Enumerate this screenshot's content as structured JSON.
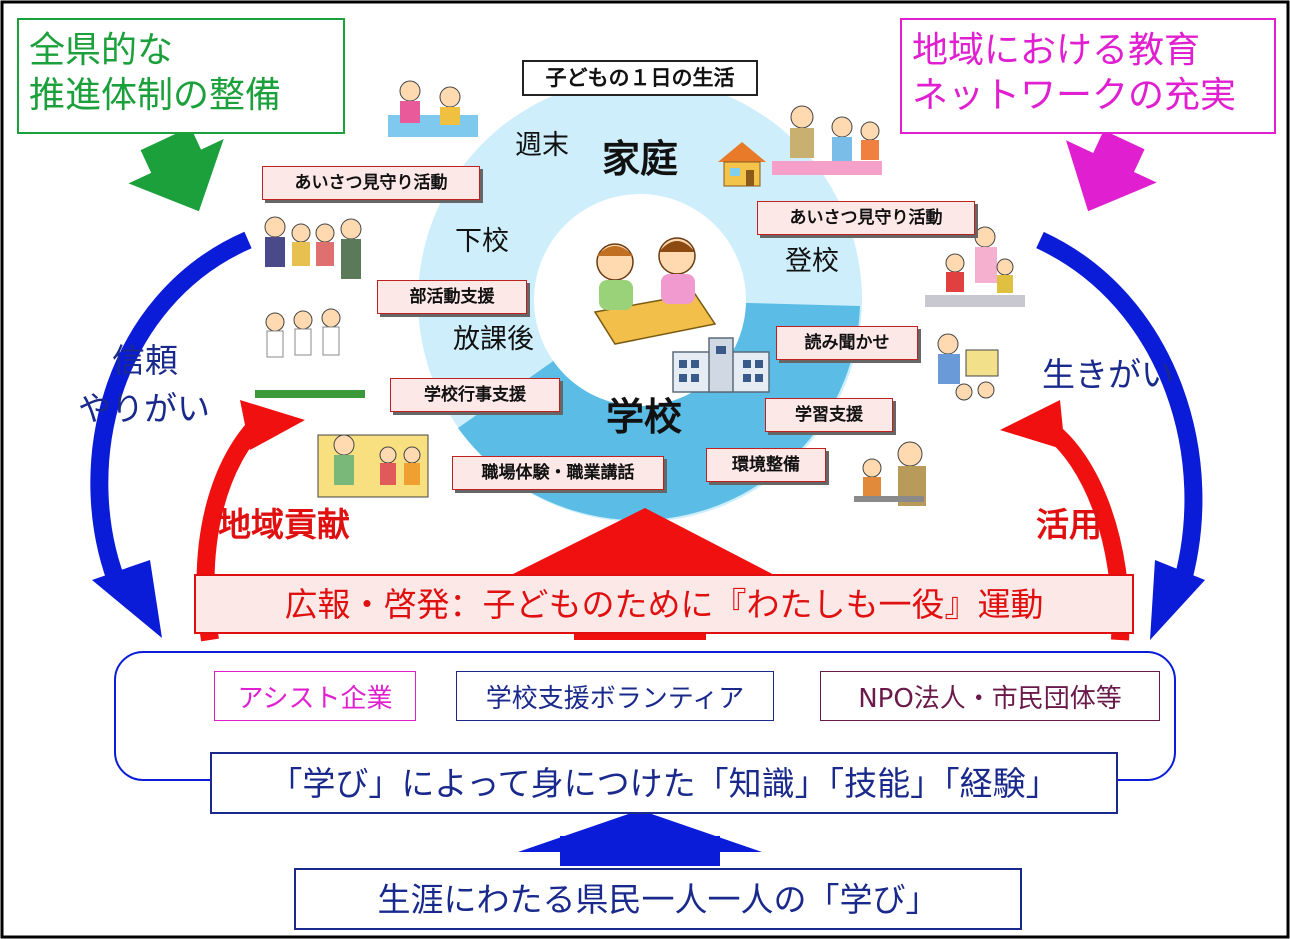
{
  "colors": {
    "green": "#1ca03c",
    "magenta": "#e020d0",
    "blue": "#0a1cd8",
    "red": "#f01010",
    "ring_blue": "#5bbde6",
    "ring_light": "#cdeefa",
    "navy": "#1a2a8c"
  },
  "corner_left": {
    "line1": "全県的な",
    "line2": "推進体制の整備"
  },
  "corner_right": {
    "line1": "地域における教育",
    "line2": "ネットワークの充実"
  },
  "center": {
    "title": "子どもの１日の生活",
    "home": "家庭",
    "school": "学校",
    "weekend": "週末",
    "after_school_leave": "下校",
    "go_to_school": "登校",
    "after_class": "放課後"
  },
  "support_labels": {
    "greeting_left": "あいさつ見守り活動",
    "greeting_right": "あいさつ見守り活動",
    "club_support": "部活動支援",
    "event_support": "学校行事支援",
    "workplace": "職場体験・職業講話",
    "reading": "読み聞かせ",
    "learning": "学習支援",
    "environment": "環境整備"
  },
  "side_labels": {
    "trust_line1": "信頼",
    "trust_line2": "やりがい",
    "purpose": "生きがい",
    "contribution": "地域貢献",
    "utilize": "活用"
  },
  "campaign": "広報・啓発：子どものために『わたしも一役』運動",
  "organizations": [
    "アシスト企業",
    "学校支援ボランティア",
    "NPO法人・市民団体等"
  ],
  "knowledge": "「学び」によって身につけた「知識」「技能」「経験」",
  "lifelong": "生涯にわたる県民一人一人の「学び」",
  "icons": [
    "house-icon",
    "school-building-icon",
    "children-studying-icon",
    "people-illustration"
  ]
}
